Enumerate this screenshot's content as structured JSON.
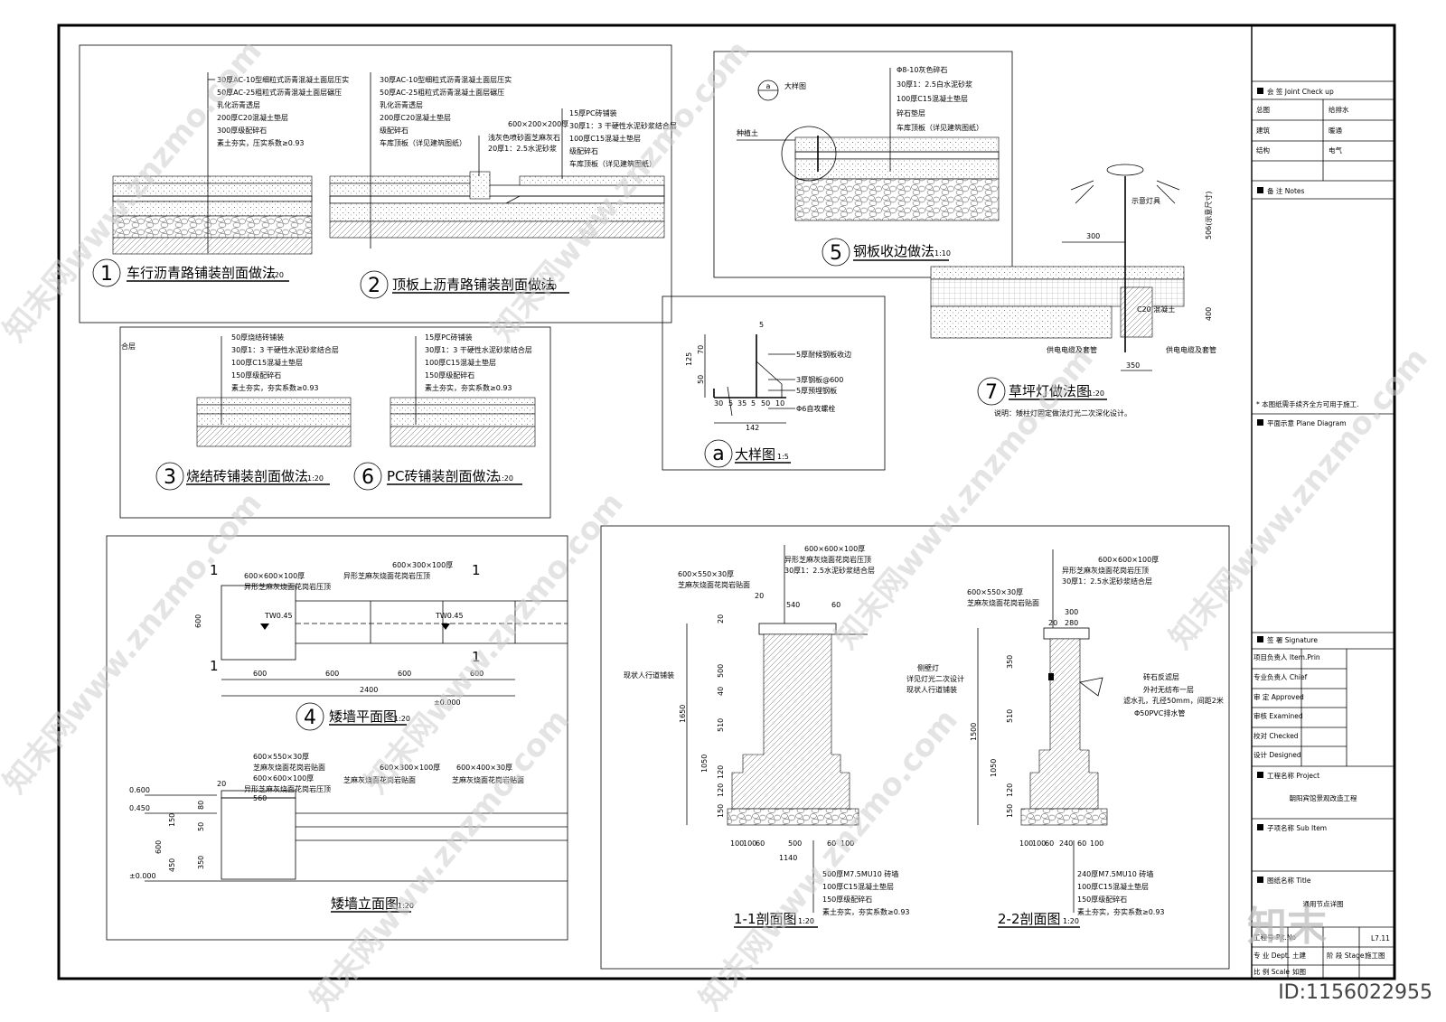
{
  "s1": {
    "layers": [
      "30厚AC-10型细粒式沥青混凝土面层压实",
      "50厚AC-25粗粒式沥青混凝土面层碾压",
      "乳化沥青透层",
      "200厚C20混凝土垫层",
      "300厚级配碎石",
      "素土夯实，压实系数≥0.93"
    ],
    "num": "1",
    "title": "车行沥青路铺装剖面做法",
    "scale": "1:20"
  },
  "s2": {
    "layers": [
      "30厚AC-10型细粒式沥青混凝土面层压实",
      "50厚AC-25粗粒式沥青混凝土面层碾压",
      "乳化沥青透层",
      "200厚C20混凝土垫层",
      "级配碎石",
      "车库顶板（详见建筑图纸）"
    ],
    "curb_size": "600×200×200厚",
    "curb_layers": [
      "浅灰色喷砂面芝麻灰石",
      "20厚1：2.5水泥砂浆"
    ],
    "pc_layers": [
      "15厚PC砖铺装",
      "30厚1：3 干硬性水泥砂浆结合层",
      "100厚C15混凝土垫层",
      "级配碎石",
      "车库顶板（详见建筑图纸）"
    ],
    "num": "2",
    "title": "顶板上沥青路铺装剖面做法",
    "scale": "1:20"
  },
  "s3": {
    "layers": [
      "50厚烧结砖铺装",
      "30厚1：3 干硬性水泥砂浆结合层",
      "100厚C15混凝土垫层",
      "150厚级配碎石",
      "素土夯实，夯实系数≥0.93"
    ],
    "side": "合层",
    "num": "3",
    "title": "烧结砖铺装剖面做法",
    "scale": "1:20"
  },
  "s6": {
    "layers": [
      "15厚PC砖铺装",
      "30厚1：3 干硬性水泥砂浆结合层",
      "100厚C15混凝土垫层",
      "150厚级配碎石",
      "素土夯实，夯实系数≥0.93"
    ],
    "num": "6",
    "title": "PC砖铺装剖面做法",
    "scale": "1:20"
  },
  "s5": {
    "layers": [
      "Φ8-10灰色碎石",
      "30厚1：2.5白水泥砂浆",
      "100厚C15混凝土垫层",
      "碎石垫层",
      "车库顶板（详见建筑图纸）"
    ],
    "callout": "a",
    "callout_label": "大样图",
    "soil": "种植土",
    "num": "5",
    "title": "钢板收边做法",
    "scale": "1:10"
  },
  "sa": {
    "labels": [
      "5厚耐候钢板收边",
      "3厚钢板@600",
      "5厚预埋钢板",
      "Φ6自攻螺栓"
    ],
    "dims": [
      "5",
      "125",
      "70",
      "50",
      "30",
      "5",
      "35",
      "5",
      "50",
      "10",
      "142"
    ],
    "num": "a",
    "title": "大样图",
    "scale": "1:5"
  },
  "s7": {
    "labels": [
      "示意灯具",
      "C20 混凝土",
      "供电电缆及套管",
      "供电电缆及套管"
    ],
    "dims": [
      "300",
      "506(示意尺寸)",
      "400",
      "350"
    ],
    "note": "说明：矮柱灯固定做法灯光二次深化设计。",
    "num": "7",
    "title": "草坪灯做法图",
    "scale": "1:20"
  },
  "s4": {
    "labels": [
      "600×600×100厚",
      "异形芝麻灰烧面花岗岩压顶",
      "600×300×100厚",
      "异形芝麻灰烧面花岗岩压顶",
      "TW0.45",
      "TW0.45",
      "±0.000"
    ],
    "cuts": [
      "1",
      "1",
      "1",
      "1"
    ],
    "dims": [
      "600",
      "600",
      "600",
      "600",
      "600",
      "2400"
    ],
    "num": "4",
    "title": "矮墙平面图",
    "scale": "1:20"
  },
  "elev": {
    "labels": [
      "600×550×30厚",
      "芝麻灰烧面花岗岩贴面",
      "600×600×100厚",
      "异形芝麻灰烧面花岗岩压顶",
      "600×300×100厚",
      "芝麻灰烧面花岗岩贴面",
      "600×400×30厚",
      "芝麻灰烧面花岗岩贴面"
    ],
    "levels": [
      "0.600",
      "0.450",
      "±0.000"
    ],
    "dims": [
      "20",
      "560",
      "150",
      "450",
      "600",
      "80",
      "50",
      "350"
    ],
    "title": "矮墙立面图",
    "scale": "1:20"
  },
  "sec11": {
    "labels": [
      "600×600×100厚",
      "异形芝麻灰烧面花岗岩压顶",
      "30厚1：2.5水泥砂浆结合层",
      "600×550×30厚",
      "芝麻灰烧面花岗岩贴面",
      "现状人行道铺装"
    ],
    "bottom": [
      "500厚M7.5MU10 砖墙",
      "100厚C15混凝土垫层",
      "150厚级配碎石",
      "素土夯实，夯实系数≥0.93"
    ],
    "dims": [
      "20",
      "540",
      "60",
      "20",
      "500",
      "40",
      "1650",
      "510",
      "1050",
      "120",
      "120",
      "150",
      "100",
      "100",
      "60",
      "500",
      "60",
      "100",
      "1140"
    ],
    "title": "1-1剖面图",
    "scale": "1:20"
  },
  "sec22": {
    "labels": [
      "600×600×100厚",
      "异形芝麻灰烧面花岗岩压顶",
      "30厚1：2.5水泥砂浆结合层",
      "600×550×30厚",
      "芝麻灰烧面花岗岩贴面",
      "侧壁灯",
      "详见灯光二次设计",
      "现状人行道铺装",
      "砖石反滤层",
      "外衬无纺布一层",
      "滤水孔，孔径50mm，间距2米",
      "Φ50PVC排水管"
    ],
    "bottom": [
      "240厚M7.5MU10 砖墙",
      "100厚C15混凝土垫层",
      "150厚级配碎石",
      "素土夯实，夯实系数≥0.93"
    ],
    "dims": [
      "300",
      "20",
      "280",
      "1500",
      "350",
      "510",
      "1050",
      "120",
      "150",
      "100",
      "100",
      "60",
      "240",
      "60",
      "100"
    ],
    "title": "2-2剖面图",
    "scale": "1:20"
  },
  "tb": {
    "joint": "会 签  Joint Check up",
    "joint_rows": [
      [
        "总图",
        "给排水"
      ],
      [
        "建筑",
        "暖通"
      ],
      [
        "结构",
        "电气"
      ]
    ],
    "notes": "备 注  Notes",
    "note_text": "* 本图纸需手续齐全方可用于施工.",
    "plane": "平面示意  Plane Diagram",
    "sig": "签 署  Signature",
    "sig_rows": [
      "项目负责人 Item.Prin",
      "专业负责人 Chief",
      "审 定 Approved",
      "审核 Examined",
      "校对 Checked",
      "设计 Designed"
    ],
    "project_h": "工程名称  Project",
    "project": "朝阳宾馆景观改造工程",
    "sub_h": "子项名称  Sub Item",
    "title_h": "图纸名称  Title",
    "title": "通用节点详图",
    "pjt": "工程号 Pjt.No",
    "pjt_v": "",
    "dwg": "L7.11",
    "dept": "专 业 Dept.",
    "dept_v": "土建",
    "stage": "阶 段 Stage",
    "stage_v": "施工图",
    "scale": "比 例 Scale",
    "scale_v": "如图"
  },
  "wm": {
    "text": "知末网www.znzmo.com",
    "logo": "知末",
    "id": "ID:1156022955"
  }
}
